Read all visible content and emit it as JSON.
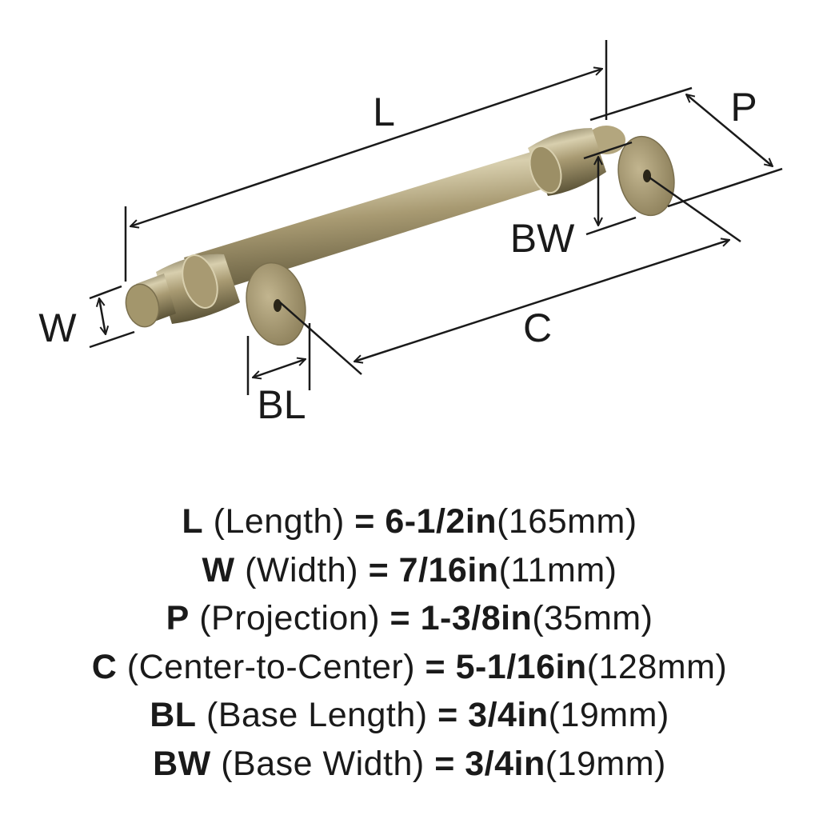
{
  "diagram": {
    "labels": {
      "L": "L",
      "P": "P",
      "BW": "BW",
      "W": "W",
      "C": "C",
      "BL": "BL"
    },
    "finish_color": "#a89a72",
    "line_color": "#1a1a1a"
  },
  "specs": [
    {
      "code": "L",
      "name": "(Length)",
      "eq": "=",
      "imperial": "6-1/2in",
      "metric": "(165mm)"
    },
    {
      "code": "W",
      "name": "(Width)",
      "eq": "=",
      "imperial": "7/16in",
      "metric": "(11mm)"
    },
    {
      "code": "P",
      "name": "(Projection)",
      "eq": "=",
      "imperial": "1-3/8in",
      "metric": "(35mm)"
    },
    {
      "code": "C",
      "name": "(Center-to-Center)",
      "eq": "=",
      "imperial": "5-1/16in",
      "metric": "(128mm)"
    },
    {
      "code": "BL",
      "name": "(Base Length)",
      "eq": "=",
      "imperial": "3/4in",
      "metric": "(19mm)"
    },
    {
      "code": "BW",
      "name": "(Base Width)",
      "eq": "=",
      "imperial": "3/4in",
      "metric": "(19mm)"
    }
  ]
}
